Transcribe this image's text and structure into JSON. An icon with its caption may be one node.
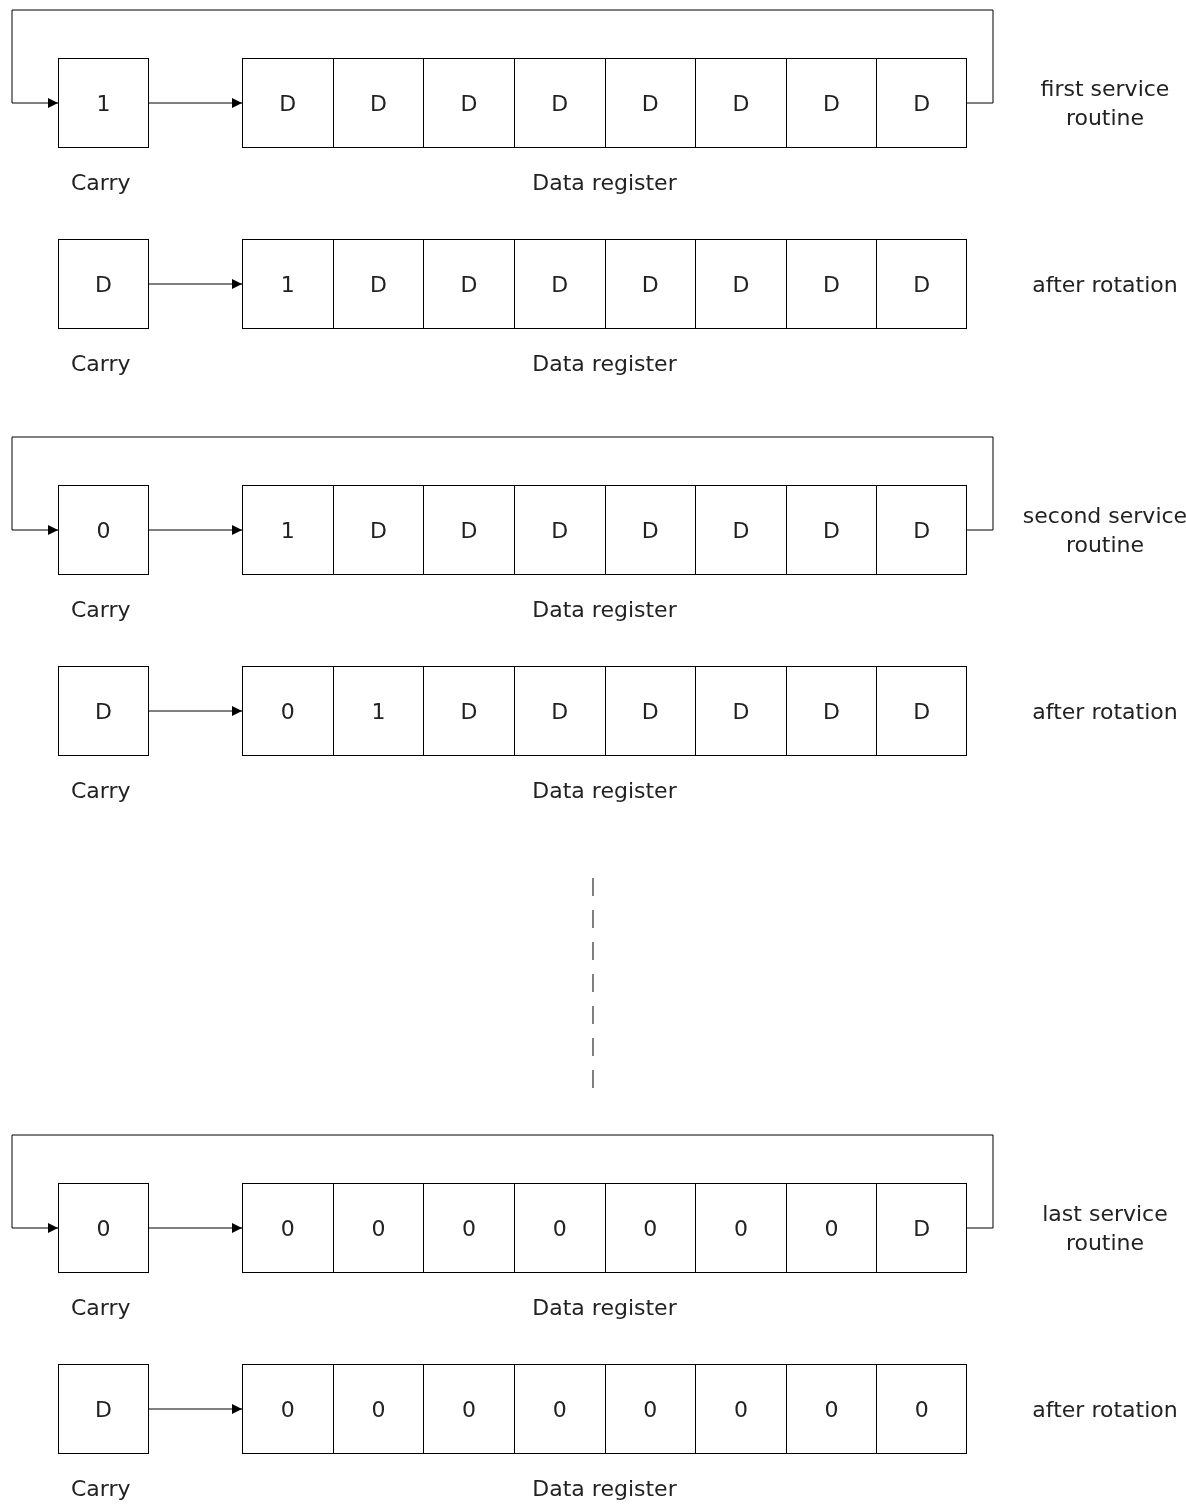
{
  "diagram": {
    "nodes": [
      {
        "text": [
          "1"
        ],
        "beside": [
          "Carry"
        ]
      },
      {
        "text": [
          "Data register"
        ]
      },
      {
        "text": [
          "D"
        ],
        "in": 1
      },
      {
        "text": [
          "D"
        ],
        "in": 1
      },
      {
        "text": [
          "D"
        ],
        "in": 1
      },
      {
        "text": [
          "D"
        ],
        "in": 1
      },
      {
        "text": [
          "D"
        ],
        "in": 1
      },
      {
        "text": [
          "D"
        ],
        "in": 1
      },
      {
        "text": [
          "D"
        ],
        "in": 1
      },
      {
        "text": [
          "D"
        ],
        "in": 1
      },
      {
        "text": [
          "D"
        ],
        "beside": [
          "Carry"
        ]
      },
      {
        "text": [
          "Data register"
        ]
      },
      {
        "text": [
          "1"
        ],
        "in": 11
      },
      {
        "text": [
          "D"
        ],
        "in": 11
      },
      {
        "text": [
          "D"
        ],
        "in": 11
      },
      {
        "text": [
          "D"
        ],
        "in": 11
      },
      {
        "text": [
          "D"
        ],
        "in": 11
      },
      {
        "text": [
          "D"
        ],
        "in": 11
      },
      {
        "text": [
          "D"
        ],
        "in": 11
      },
      {
        "text": [
          "D"
        ],
        "in": 11
      },
      {
        "text": [
          "0"
        ],
        "beside": [
          "Carry"
        ]
      },
      {
        "text": [
          "Data register"
        ]
      },
      {
        "text": [
          "1"
        ],
        "in": 21
      },
      {
        "text": [
          "D"
        ],
        "in": 21
      },
      {
        "text": [
          "D"
        ],
        "in": 21
      },
      {
        "text": [
          "D"
        ],
        "in": 21
      },
      {
        "text": [
          "D"
        ],
        "in": 21
      },
      {
        "text": [
          "D"
        ],
        "in": 21
      },
      {
        "text": [
          "D"
        ],
        "in": 21
      },
      {
        "text": [
          "D"
        ],
        "in": 21
      },
      {
        "text": [
          "D"
        ],
        "beside": [
          "Carry"
        ]
      },
      {
        "text": [
          "Data register"
        ]
      },
      {
        "text": [
          "0"
        ],
        "in": 31
      },
      {
        "text": [
          "1"
        ],
        "in": 31
      },
      {
        "text": [
          "D"
        ],
        "in": 31
      },
      {
        "text": [
          "D"
        ],
        "in": 31
      },
      {
        "text": [
          "D"
        ],
        "in": 31
      },
      {
        "text": [
          "D"
        ],
        "in": 31
      },
      {
        "text": [
          "D"
        ],
        "in": 31
      },
      {
        "text": [
          "D"
        ],
        "in": 31
      },
      {
        "text": [
          "0"
        ],
        "beside": [
          "Carry"
        ]
      },
      {
        "text": [
          "Data register"
        ]
      },
      {
        "text": [
          "0"
        ],
        "in": 41
      },
      {
        "text": [
          "0"
        ],
        "in": 41
      },
      {
        "text": [
          "0"
        ],
        "in": 41
      },
      {
        "text": [
          "0"
        ],
        "in": 41
      },
      {
        "text": [
          "0"
        ],
        "in": 41
      },
      {
        "text": [
          "0"
        ],
        "in": 41
      },
      {
        "text": [
          "0"
        ],
        "in": 41
      },
      {
        "text": [
          "D"
        ],
        "in": 41
      },
      {
        "text": [
          "D"
        ],
        "beside": [
          "Carry"
        ]
      },
      {
        "text": [
          "Data register"
        ]
      },
      {
        "text": [
          "0"
        ],
        "in": 51
      },
      {
        "text": [
          "0"
        ],
        "in": 51
      },
      {
        "text": [
          "0"
        ],
        "in": 51
      },
      {
        "text": [
          "0"
        ],
        "in": 51
      },
      {
        "text": [
          "0"
        ],
        "in": 51
      },
      {
        "text": [
          "0"
        ],
        "in": 51
      },
      {
        "text": [
          "0"
        ],
        "in": 51
      },
      {
        "text": [
          "0"
        ],
        "in": 51
      }
    ],
    "edges": [
      {
        "from": 9,
        "to": 0,
        "arrow": "to"
      },
      {
        "from": 0,
        "to": 2,
        "arrow": "to"
      },
      {
        "from": 10,
        "to": 12,
        "arrow": "to"
      },
      {
        "from": 29,
        "to": 20,
        "arrow": "to"
      },
      {
        "from": 20,
        "to": 22,
        "arrow": "to"
      },
      {
        "from": 30,
        "to": 32,
        "arrow": "to"
      },
      {
        "from": 49,
        "to": 40,
        "arrow": "to"
      },
      {
        "from": 40,
        "to": 42,
        "arrow": "to"
      },
      {
        "from": 50,
        "to": 52,
        "arrow": "to"
      }
    ],
    "labels": [
      "first service routine",
      "after rotation",
      "second service routine",
      "after rotation",
      "last service routine",
      "after rotation"
    ]
  }
}
